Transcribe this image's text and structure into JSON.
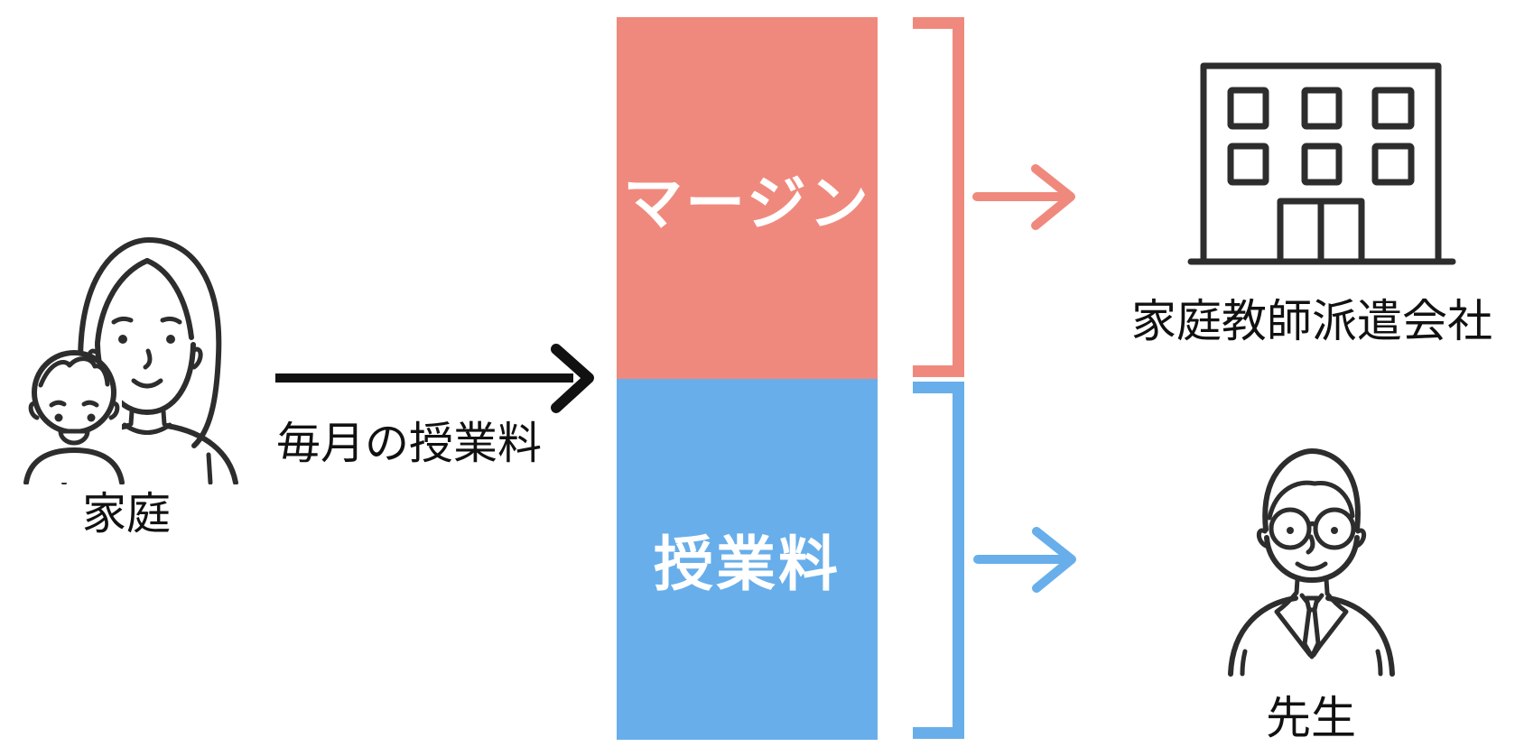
{
  "diagram": {
    "family_label": "家庭",
    "flow_label": "毎月の授業料",
    "bar": {
      "top_segment_label": "マージン",
      "bottom_segment_label": "授業料"
    },
    "company_label": "家庭教師派遣会社",
    "teacher_label": "先生"
  },
  "colors": {
    "margin": "#F0897D",
    "tuition": "#68AEEA",
    "arrow_black": "#111111",
    "line_art": "#2D2D2D",
    "bar_text": "#FFFFFF",
    "background": "#FFFFFF"
  },
  "icons": {
    "family": "parent-and-child-icon",
    "company": "office-building-icon",
    "teacher": "teacher-man-icon"
  }
}
